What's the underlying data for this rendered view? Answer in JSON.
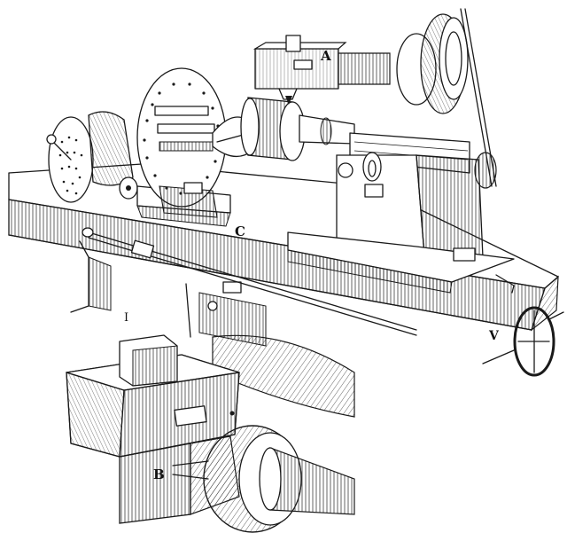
{
  "labels": {
    "a": "A",
    "c": "C",
    "v": "V",
    "b": "B",
    "fig": "I"
  },
  "colors": {
    "ink": "#1a1a1a",
    "paper": "#ffffff"
  }
}
